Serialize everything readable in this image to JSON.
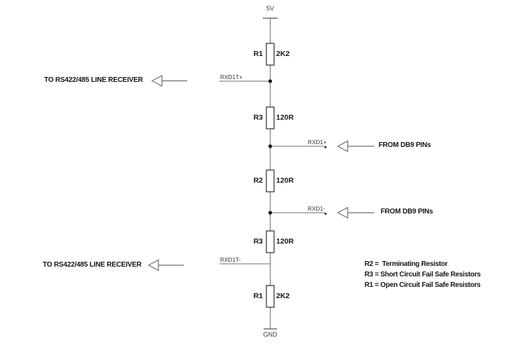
{
  "diagram": {
    "type": "schematic",
    "subject": "RS422/485 receiver termination and fail-safe resistor network",
    "power": {
      "label": "5V"
    },
    "ground": {
      "label": "GND"
    },
    "resistors": [
      {
        "name": "R1",
        "value": "2K2"
      },
      {
        "name": "R3",
        "value": "120R"
      },
      {
        "name": "R2",
        "value": "120R"
      },
      {
        "name": "R3",
        "value": "120R"
      },
      {
        "name": "R1",
        "value": "2K2"
      }
    ],
    "nets": [
      {
        "label": "RXD1T+"
      },
      {
        "label": "RXD1+"
      },
      {
        "label": "RXD1-"
      },
      {
        "label": "RXD1T-"
      }
    ],
    "annotations": {
      "left_top": "TO RS422/485 LINE RECEIVER",
      "left_bottom": "TO RS422/485 LINE RECEIVER",
      "right_top": "FROM DB9 PINs",
      "right_bottom": "FROM DB9 PINs"
    },
    "legend": [
      "R2 =  Terminating Resistor",
      "R3 = Short Circuit Fail Safe Resistors",
      "R1 = Open Circuit Fail Safe Resistors"
    ],
    "colors": {
      "background": "#ffffff",
      "wire": "#777777",
      "component_outline": "#4a4a4a",
      "junction": "#111111",
      "text": "#161616"
    }
  }
}
